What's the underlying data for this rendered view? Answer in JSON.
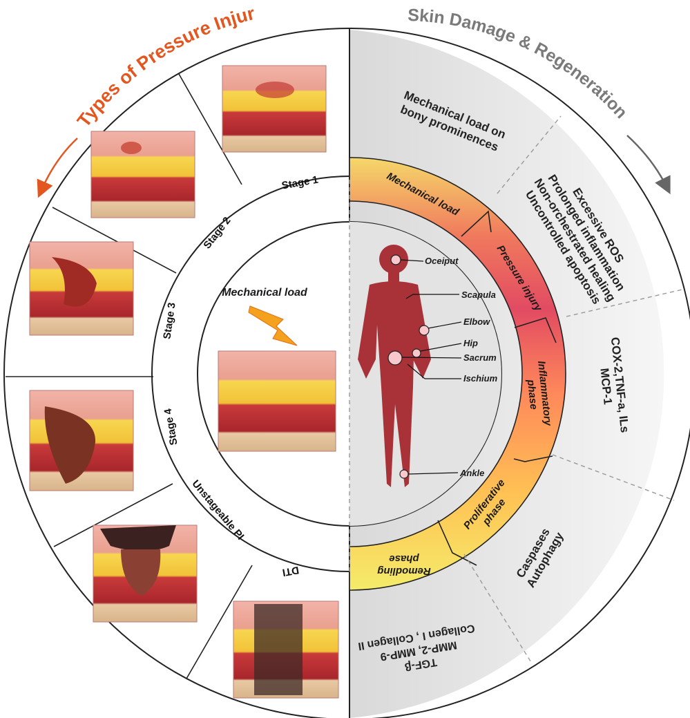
{
  "left_title": "Types of Pressure Injury",
  "right_title": "Skin Damage & Regeneration",
  "stages": [
    "Stage 1",
    "Stage 2",
    "Stage 3",
    "Stage 4",
    "Unstageable PI",
    "DTI"
  ],
  "center_label": "Mechanical  load",
  "phases": [
    "Mechanical load",
    "Pressure injury",
    "Inflammatory phase",
    "Proliferative phase",
    "Remodling phase"
  ],
  "body_sites": [
    "Oceiput",
    "Scapula",
    "Elbow",
    "Hip",
    "Sacrum",
    "Ischium",
    "Ankle"
  ],
  "outer_sections": {
    "mechanical": [
      "Mechanical load on",
      "bony prominences"
    ],
    "damage": [
      "Excessive ROS",
      "Prolonged inflammation",
      "Non-orchestrated healing",
      "Uncontrolled apoptosis"
    ],
    "inflammatory": [
      "COX-2,TNF-a, ILs",
      "MCP-1"
    ],
    "death": [
      "Caspases",
      "Autophagy"
    ],
    "remodeling": [
      "TGF-β",
      "MMP-2, MMP-9",
      "Collagen I ,  Collagen II"
    ]
  },
  "colors": {
    "title_left": "#e4561f",
    "title_right": "#7a7a7a",
    "figure": "#a83238",
    "phase_gradient": [
      "#f5ea6e",
      "#e24b62",
      "#ff8a5a",
      "#ffc254",
      "#f4ec6a"
    ],
    "panel": "#e6e6e6"
  }
}
